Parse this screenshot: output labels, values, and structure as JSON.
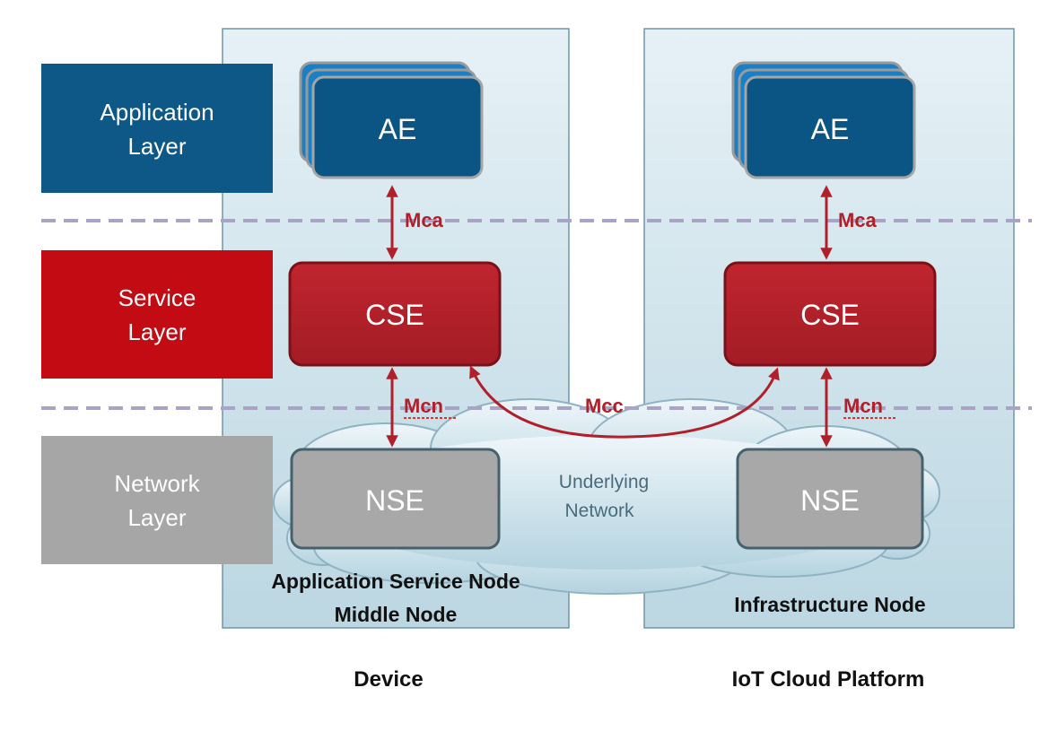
{
  "layers": {
    "application": [
      "Application",
      "Layer"
    ],
    "service": [
      "Service",
      "Layer"
    ],
    "network": [
      "Network",
      "Layer"
    ]
  },
  "device_node": {
    "ae": "AE",
    "cse": "CSE",
    "nse": "NSE",
    "mca": "Mca",
    "mcn": "Mcn",
    "label_line1": "Application Service Node",
    "label_line2": "Middle Node"
  },
  "cloud_node": {
    "ae": "AE",
    "cse": "CSE",
    "nse": "NSE",
    "mca": "Mca",
    "mcn": "Mcn",
    "label": "Infrastructure Node"
  },
  "mcc": "Mcc",
  "underlying_network": [
    "Underlying",
    "Network"
  ],
  "bottom": {
    "left": "Device",
    "right": "IoT Cloud Platform"
  },
  "colors": {
    "application_blue": "#0e5887",
    "service_red": "#c20b12",
    "network_gray": "#a6a6a6",
    "cse_red": "#b1202a",
    "ae_blue": "#0b5584",
    "nse_gray": "#a8a8a8"
  }
}
